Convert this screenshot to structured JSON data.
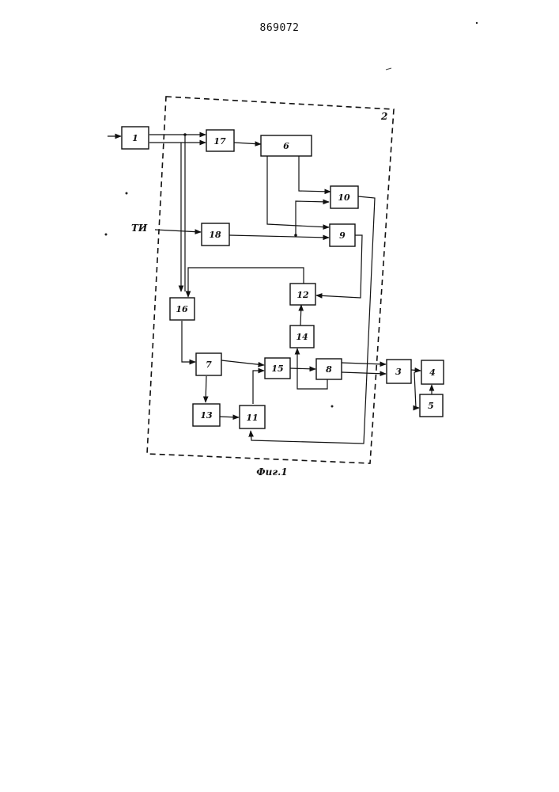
{
  "header": {
    "page_number": "869072"
  },
  "diagram": {
    "caption": "Фиг.1",
    "enclosure_label": "2",
    "input_label": "ТИ",
    "blocks": [
      "1",
      "17",
      "6",
      "10",
      "18",
      "9",
      "12",
      "16",
      "14",
      "7",
      "15",
      "8",
      "13",
      "11",
      "3",
      "4",
      "5"
    ]
  }
}
